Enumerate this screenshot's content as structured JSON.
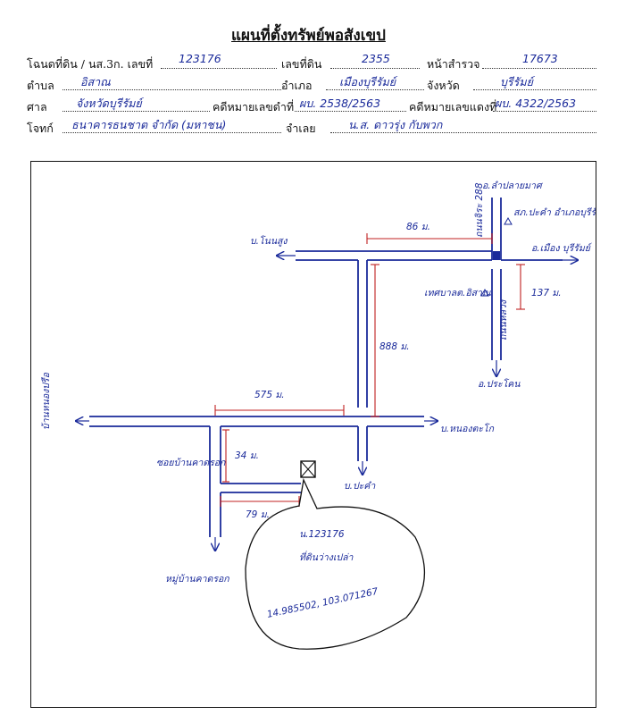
{
  "title": "แผนที่ตั้งทรัพย์พอสังเขป",
  "form": {
    "deed_label": "โฉนดที่ดิน / นส.3ก. เลขที่",
    "deed_no": "123176",
    "land_no_label": "เลขที่ดิน",
    "land_no": "2355",
    "survey_page_label": "หน้าสำรวจ",
    "survey_page": "17673",
    "subdistrict_label": "ตำบล",
    "subdistrict": "อิสาณ",
    "district_label": "อำเภอ",
    "district": "เมืองบุรีรัมย์",
    "province_label": "จังหวัด",
    "province": "บุรีรัมย์",
    "court_label": "ศาล",
    "court": "จังหวัดบุรีรัมย์",
    "black_case_label": "คดีหมายเลขดำที่",
    "black_case": "ผบ. 2538/2563",
    "red_case_label": "คดีหมายเลขแดงที่",
    "red_case": "ผบ. 4322/2563",
    "plaintiff_label": "โจทก์",
    "plaintiff": "ธนาคารธนชาต จำกัด (มหาชน)",
    "defendant_label": "จำเลย",
    "defendant": "น.ส. ดาวรุ่ง กับพวก"
  },
  "map": {
    "north_road": "อ.ลำปลายมาศ",
    "junction_label": "ถนนจิระ 288",
    "thanon_label": "ถนนหลวง",
    "south_road": "อ.ประโคน",
    "east_road": "อ.เมือง บุรีรัมย์",
    "police_label": "สภ.ปะคำ อำเภอบุรีรัมย์",
    "temple_label": "เทศบาลต.อิสาณ",
    "left_village": "บ.โนนสูง",
    "right_village": "บ.หนองตะโก",
    "far_left": "บ้านหนองปรือ",
    "bottom_village": "บ.ปะคำ",
    "alley_label": "ซอยบ้านคาดรอก",
    "bottom_left_label": "หมู่บ้านคาดรอก",
    "dist_86": "86 ม.",
    "dist_137": "137 ม.",
    "dist_888": "888 ม.",
    "dist_575": "575 ม.",
    "dist_34": "34 ม.",
    "dist_79": "79 ม.",
    "plot_deed": "น.123176",
    "plot_type": "ที่ดินว่างเปล่า",
    "plot_coords": "14.985502, 103.071267"
  }
}
